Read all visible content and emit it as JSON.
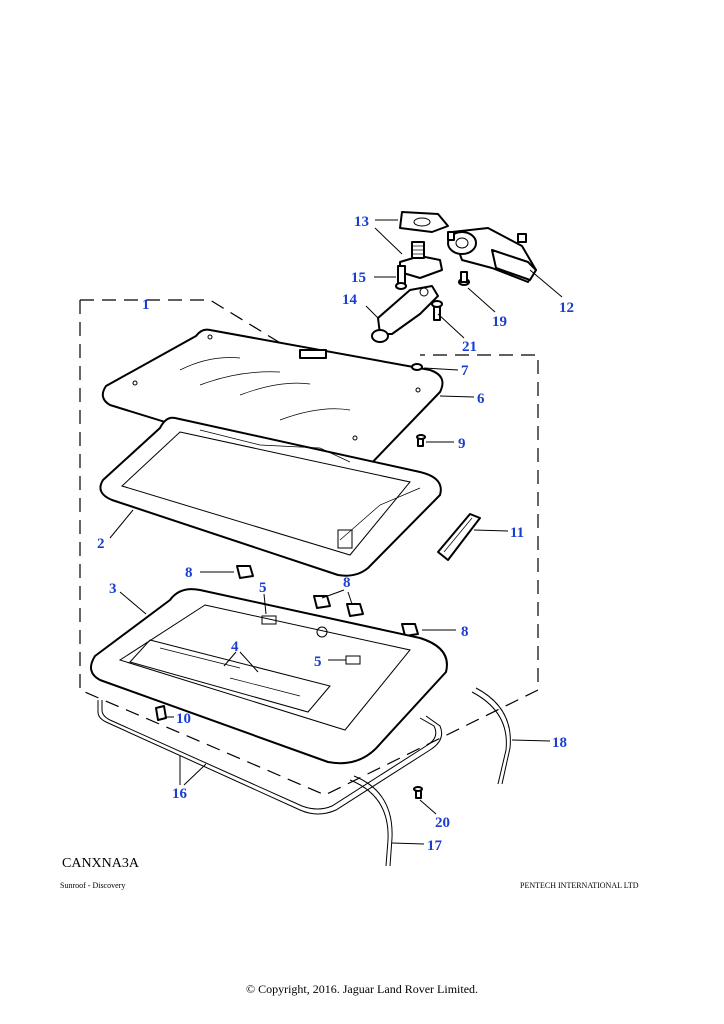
{
  "diagram": {
    "code": "CANXNA3A",
    "caption": "Sunroof - Discovery",
    "publisher": "PENTECH INTERNATIONAL LTD",
    "copyright": "© Copyright, 2016. Jaguar Land Rover Limited.",
    "callouts": [
      "1",
      "2",
      "3",
      "4",
      "5",
      "5",
      "6",
      "7",
      "8",
      "8",
      "8",
      "9",
      "10",
      "11",
      "12",
      "13",
      "14",
      "15",
      "16",
      "17",
      "18",
      "19",
      "20",
      "21"
    ],
    "colors": {
      "callout": "#1a3fd0",
      "line": "#000000",
      "background": "#ffffff"
    }
  }
}
